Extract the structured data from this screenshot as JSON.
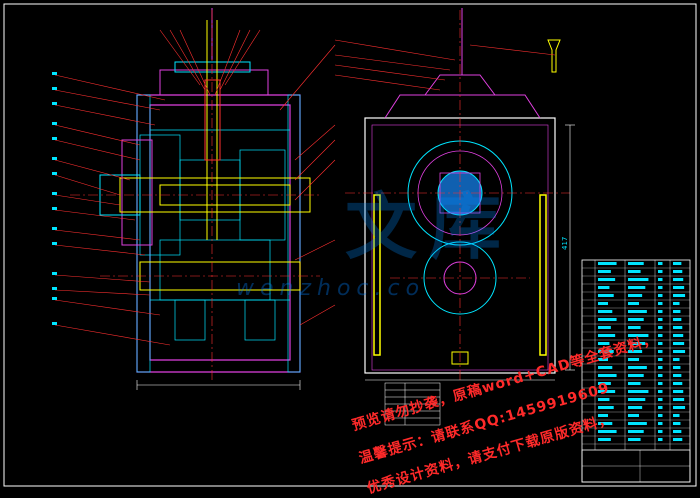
{
  "dimension_label": "417",
  "watermark": {
    "site": "wenzhoc.co",
    "logo": "文库",
    "line1": "预览请勿抄袭，原稿word+CAD等全套资料，",
    "line2": "温馨提示：请联系QQ:1459919609",
    "line3": "优秀设计资料，请支付下载原版资料，"
  },
  "colors": {
    "background": "#000000",
    "outline": "#e040e0",
    "structure": "#00e5ff",
    "shaft": "#ffff00",
    "leader": "#ff3030",
    "white": "#ffffff"
  }
}
